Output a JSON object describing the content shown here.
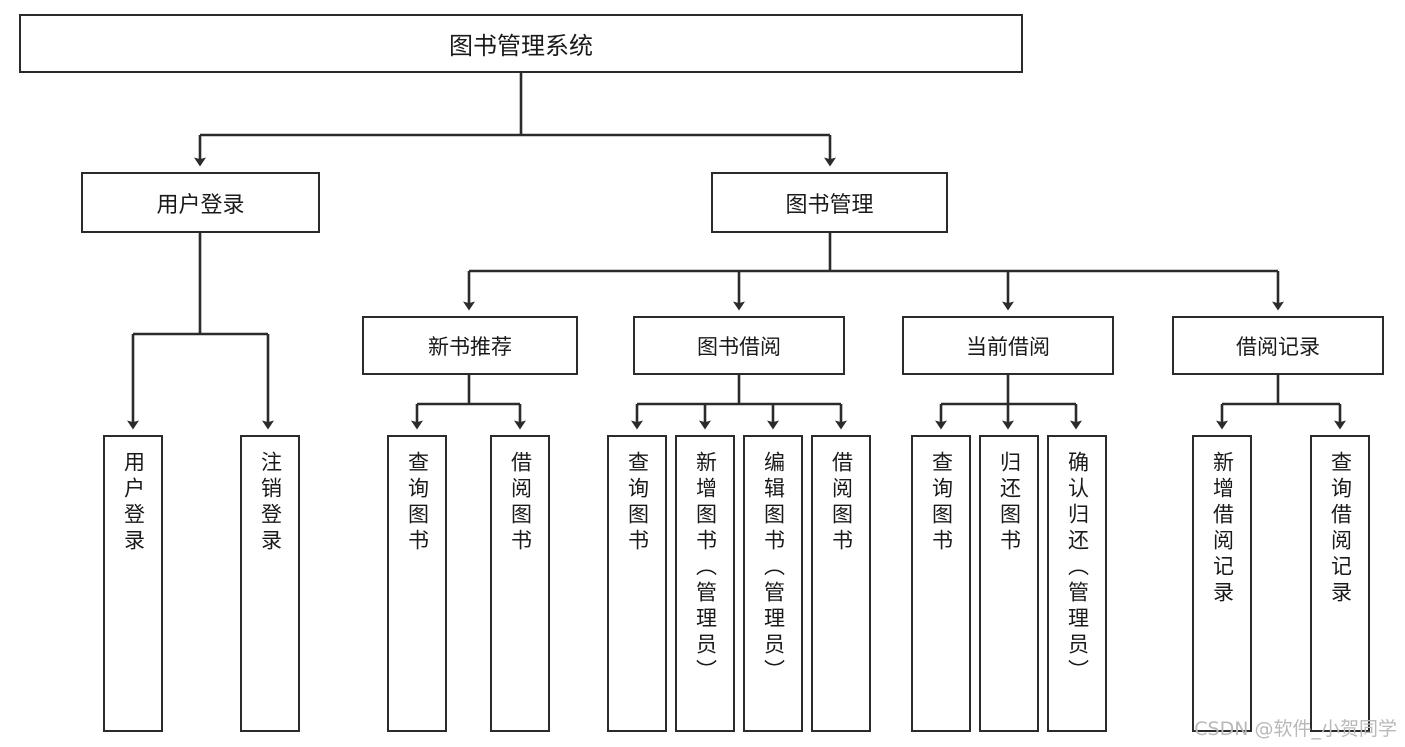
{
  "diagram": {
    "title": "图书管理系统",
    "root": {
      "label": "图书管理系统"
    },
    "level2": [
      {
        "label": "用户登录"
      },
      {
        "label": "图书管理"
      }
    ],
    "level3": [
      {
        "label": "新书推荐"
      },
      {
        "label": "图书借阅"
      },
      {
        "label": "当前借阅"
      },
      {
        "label": "借阅记录"
      }
    ],
    "leaves": {
      "user_login": [
        {
          "label": "用户登录"
        },
        {
          "label": "注销登录"
        }
      ],
      "new_book_recommend": [
        {
          "label": "查询图书"
        },
        {
          "label": "借阅图书"
        }
      ],
      "book_borrow": [
        {
          "label": "查询图书"
        },
        {
          "label": "新增图书（管理员）"
        },
        {
          "label": "编辑图书（管理员）"
        },
        {
          "label": "借阅图书"
        }
      ],
      "current_borrow": [
        {
          "label": "查询图书"
        },
        {
          "label": "归还图书"
        },
        {
          "label": "确认归还（管理员）"
        }
      ],
      "borrow_record": [
        {
          "label": "新增借阅记录"
        },
        {
          "label": "查询借阅记录"
        }
      ]
    }
  },
  "watermark": {
    "text": "CSDN @软件_小贺同学"
  },
  "colors": {
    "border": "#2b2b2b",
    "background": "#ffffff",
    "text": "#1a1a1a",
    "watermark": "#b9b9b9"
  }
}
